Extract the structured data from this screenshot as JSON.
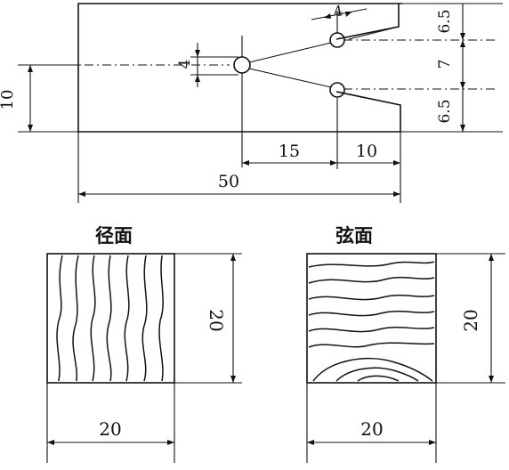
{
  "top_view": {
    "dim_hole": "4",
    "dim_height": "10",
    "dim_notch": "4",
    "dim_right_top": "6.5",
    "dim_right_mid": "7",
    "dim_right_bottom": "6.5",
    "dim_15": "15",
    "dim_10": "10",
    "dim_50": "50"
  },
  "radial_section": {
    "title": "径面",
    "dim_height": "20",
    "dim_width": "20"
  },
  "tangential_section": {
    "title": "弦面",
    "dim_height": "20",
    "dim_width": "20"
  }
}
